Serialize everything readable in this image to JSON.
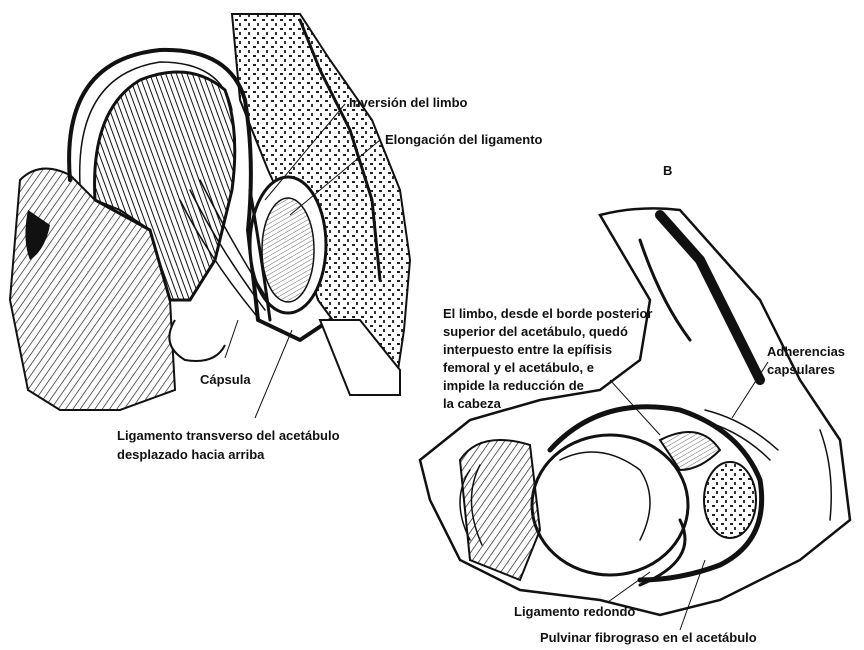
{
  "panel_b_letter": "B",
  "labels": {
    "inversion_limbo": "Inversión del limbo",
    "elongacion_ligamento": "Elongación del ligamento",
    "capsula": "Cápsula",
    "ligamento_transverso_1": "Ligamento transverso del acetábulo",
    "ligamento_transverso_2": "desplazado hacia arriba",
    "limbo_1": "El limbo, desde el borde posterior",
    "limbo_2": "superior del acetábulo, quedó",
    "limbo_3": "interpuesto entre la epífisis",
    "limbo_4": "femoral y el acetábulo, e",
    "limbo_5": "impide la reducción de",
    "limbo_6": "la cabeza",
    "adherencias_1": "Adherencias",
    "adherencias_2": "capsulares",
    "ligamento_redondo": "Ligamento redondo",
    "pulvinar": "Pulvinar fibrograso en el acetábulo"
  }
}
